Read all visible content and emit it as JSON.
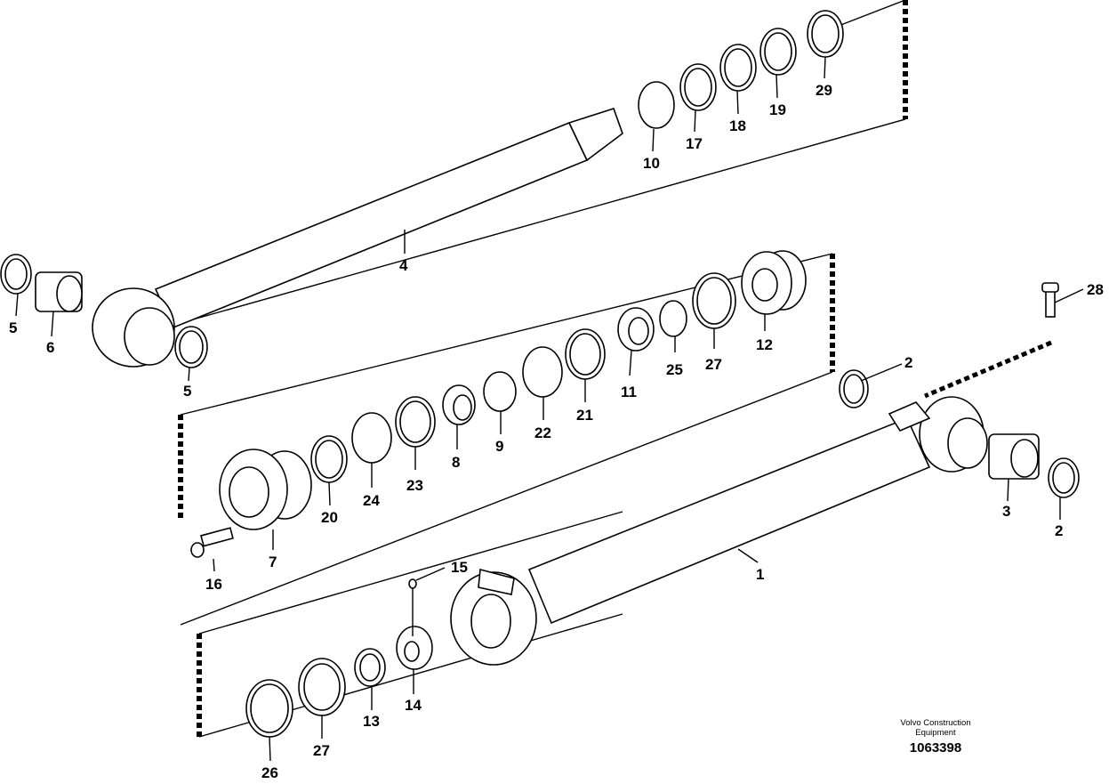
{
  "diagram": {
    "part_labels": {
      "p1": "1",
      "p2a": "2",
      "p2b": "2",
      "p3": "3",
      "p4": "4",
      "p5a": "5",
      "p5b": "5",
      "p6": "6",
      "p7": "7",
      "p8": "8",
      "p9": "9",
      "p10": "10",
      "p11": "11",
      "p12": "12",
      "p13": "13",
      "p14": "14",
      "p15": "15",
      "p16": "16",
      "p17": "17",
      "p18": "18",
      "p19": "19",
      "p20": "20",
      "p21": "21",
      "p22": "22",
      "p23": "23",
      "p24": "24",
      "p25": "25",
      "p26": "26",
      "p27a": "27",
      "p27b": "27",
      "p28": "28",
      "p29": "29"
    },
    "credit": {
      "company": "Volvo Construction Equipment",
      "number": "1063398"
    }
  }
}
